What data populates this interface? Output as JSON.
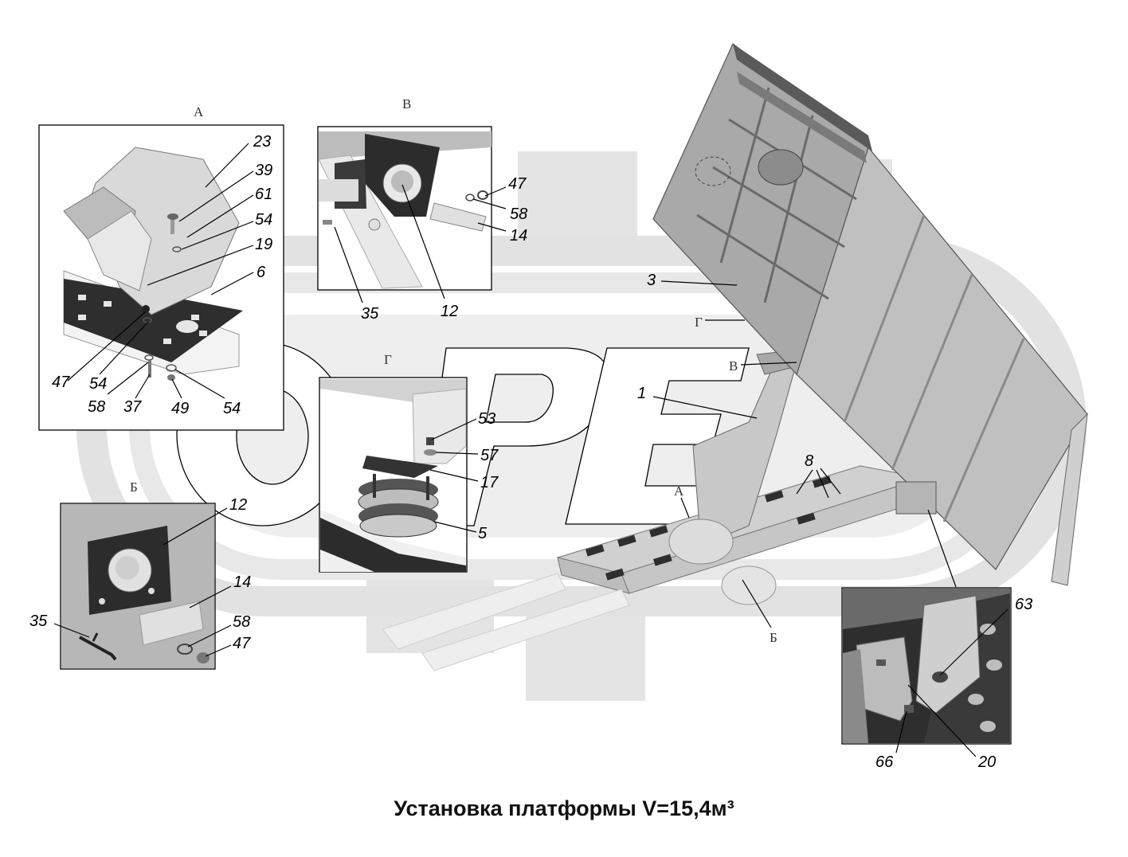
{
  "caption": "Установка платформы V=15,4м³",
  "watermark": {
    "letters": "ОРЕ"
  },
  "insets": {
    "A": {
      "letter": "А",
      "labels": [
        "23",
        "39",
        "61",
        "54",
        "19",
        "6",
        "47",
        "54",
        "58",
        "37",
        "49",
        "54"
      ]
    },
    "V": {
      "letter": "В",
      "labels": [
        "47",
        "58",
        "14",
        "35",
        "12"
      ]
    },
    "G": {
      "letter": "Г",
      "labels": [
        "53",
        "57",
        "17",
        "5"
      ]
    },
    "B": {
      "letter": "Б",
      "labels": [
        "12",
        "14",
        "35",
        "58",
        "47"
      ]
    },
    "D": {
      "labels": [
        "63",
        "66",
        "20"
      ]
    }
  },
  "main_view": {
    "callouts": [
      "3",
      "Г",
      "В",
      "1",
      "8",
      "А",
      "Б"
    ]
  },
  "colors": {
    "watermark_gray": "#e2e2e2",
    "part_gray": "#b8b8b8",
    "dark_part": "#3a3a3a",
    "line": "#000000"
  }
}
